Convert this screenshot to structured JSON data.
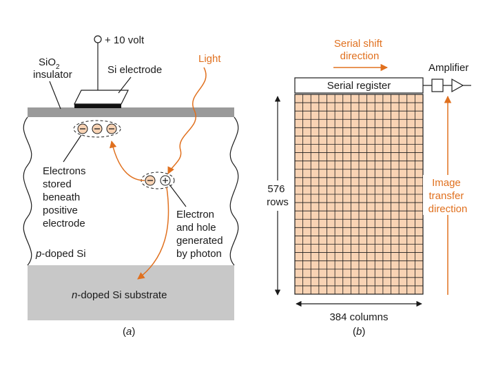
{
  "panel_a": {
    "voltage": "+ 10 volt",
    "sio2_main": "SiO",
    "sio2_sub": "2",
    "insulator": "insulator",
    "si_electrode": "Si electrode",
    "light": "Light",
    "electrons_stored": [
      "Electrons",
      "stored",
      "beneath",
      "positive",
      "electrode"
    ],
    "pair_generated": [
      "Electron",
      "and hole",
      "generated",
      "by photon"
    ],
    "p_doped_prefix": "p",
    "p_doped_rest": "-doped Si",
    "n_doped_prefix": "n",
    "n_doped_rest": "-doped Si substrate",
    "caption_open": "(",
    "caption_letter": "a",
    "caption_close": ")"
  },
  "panel_b": {
    "serial_shift": [
      "Serial shift",
      "direction"
    ],
    "amplifier": "Amplifier",
    "serial_register": "Serial register",
    "rows": [
      "576",
      "rows"
    ],
    "columns": "384 columns",
    "image_transfer": [
      "Image",
      "transfer",
      "direction"
    ],
    "caption_open": "(",
    "caption_letter": "b",
    "caption_close": ")",
    "grid": {
      "rows": 24,
      "cols": 16
    }
  },
  "colors": {
    "orange": "#e0701e",
    "grid_fill": "#f8d3b4",
    "oxide": "#9a9a9a",
    "substrate": "#c8c8c8"
  }
}
